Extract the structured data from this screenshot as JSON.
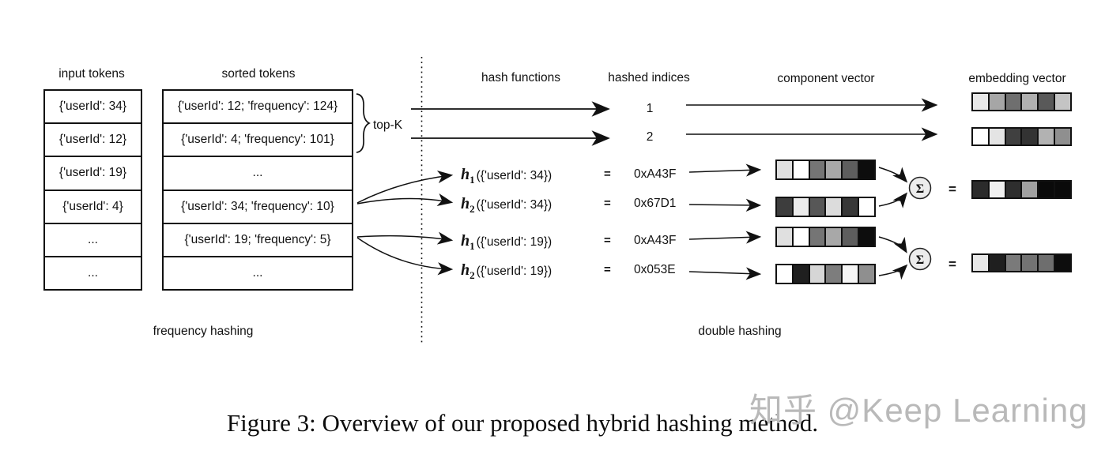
{
  "figure": {
    "headers": {
      "input_tokens": "input tokens",
      "sorted_tokens": "sorted tokens",
      "hash_functions": "hash functions",
      "hashed_indices": "hashed indices",
      "component_vector": "component vector",
      "embedding_vector": "embedding vector"
    },
    "input_tokens": {
      "rows": [
        "{'userId': 34}",
        "{'userId': 12}",
        "{'userId': 19}",
        "{'userId': 4}",
        "...",
        "..."
      ]
    },
    "sorted_tokens": {
      "rows": [
        "{'userId': 12; 'frequency': 124}",
        "{'userId': 4; 'frequency': 101}",
        "...",
        "{'userId': 34; 'frequency': 10}",
        "{'userId': 19; 'frequency': 5}",
        "..."
      ]
    },
    "top_k_label": "top-K",
    "hashed_indices": [
      "1",
      "2"
    ],
    "hash_rows": [
      {
        "fn": "h",
        "sub": "1",
        "arg": "({'userId': 34})",
        "eq": "=",
        "value": "0xA43F"
      },
      {
        "fn": "h",
        "sub": "2",
        "arg": "({'userId': 34})",
        "eq": "=",
        "value": "0x67D1"
      },
      {
        "fn": "h",
        "sub": "1",
        "arg": "({'userId': 19})",
        "eq": "=",
        "value": "0xA43F"
      },
      {
        "fn": "h",
        "sub": "2",
        "arg": "({'userId': 19})",
        "eq": "=",
        "value": "0x053E"
      }
    ],
    "sigma_symbol": "Σ",
    "equals_symbol": "=",
    "vectors": {
      "embedding_top": [
        [
          "#e8e8e8",
          "#a6a6a6",
          "#6f6f6f",
          "#b0b0b0",
          "#595959",
          "#c4c4c4"
        ],
        [
          "#ffffff",
          "#e4e4e4",
          "#404040",
          "#333333",
          "#b2b2b2",
          "#8f8f8f"
        ]
      ],
      "component": [
        [
          "#e0e0e0",
          "#ffffff",
          "#757575",
          "#a8a8a8",
          "#5e5e5e",
          "#0d0d0d"
        ],
        [
          "#3d3d3d",
          "#ebebeb",
          "#575757",
          "#dcdcdc",
          "#383838",
          "#ffffff"
        ],
        [
          "#e0e0e0",
          "#ffffff",
          "#757575",
          "#a8a8a8",
          "#5e5e5e",
          "#0d0d0d"
        ],
        [
          "#ffffff",
          "#1f1f1f",
          "#d6d6d6",
          "#7d7d7d",
          "#f5f5f5",
          "#8f8f8f"
        ]
      ],
      "sum": [
        [
          "#2b2b2b",
          "#f0f0f0",
          "#2e2e2e",
          "#a0a0a0",
          "#0a0a0a",
          "#0a0a0a"
        ],
        [
          "#e8e8e8",
          "#1f1f1f",
          "#7a7a7a",
          "#737373",
          "#6e6e6e",
          "#0d0d0d"
        ]
      ]
    },
    "section_labels": {
      "left": "frequency hashing",
      "right": "double hashing"
    }
  },
  "caption": "Figure 3: Overview of our proposed hybrid hashing method.",
  "watermark": "知乎 @Keep Learning",
  "colors": {
    "ink": "#111111",
    "sigma_fill": "#ececec",
    "watermark": "#b9b9b9"
  }
}
